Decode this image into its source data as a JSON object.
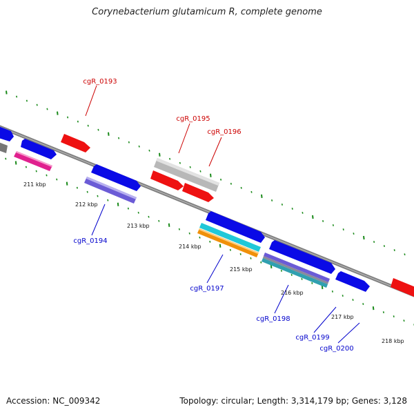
{
  "title": "Corynebacterium glutamicum R, complete genome",
  "footer": {
    "accession": "Accession: NC_009342",
    "summary": "Topology: circular; Length: 3,314,179 bp; Genes: 3,128"
  },
  "colors": {
    "backbone": "#808080",
    "tick": "#1a8a1a",
    "forward_label": "#cc0000",
    "reverse_label": "#0000cc"
  },
  "kbp_labels": [
    {
      "id": "k211",
      "text": "211 kbp"
    },
    {
      "id": "k212",
      "text": "212 kbp"
    },
    {
      "id": "k213",
      "text": "213 kbp"
    },
    {
      "id": "k214",
      "text": "214 kbp"
    },
    {
      "id": "k215",
      "text": "215 kbp"
    },
    {
      "id": "k216",
      "text": "216 kbp"
    },
    {
      "id": "k217",
      "text": "217 kbp"
    },
    {
      "id": "k218",
      "text": "218 kbp"
    }
  ],
  "gene_labels": [
    {
      "id": "g193",
      "text": "cgR_0193",
      "strand": "forward"
    },
    {
      "id": "g195",
      "text": "cgR_0195",
      "strand": "forward"
    },
    {
      "id": "g196",
      "text": "cgR_0196",
      "strand": "forward"
    },
    {
      "id": "g194",
      "text": "cgR_0194",
      "strand": "reverse"
    },
    {
      "id": "g197",
      "text": "cgR_0197",
      "strand": "reverse"
    },
    {
      "id": "g198",
      "text": "cgR_0198",
      "strand": "reverse"
    },
    {
      "id": "g199",
      "text": "cgR_0199",
      "strand": "reverse"
    },
    {
      "id": "g200",
      "text": "cgR_0200",
      "strand": "reverse"
    }
  ],
  "features": [
    {
      "name": "gene-left-blue-edge",
      "color": "#0a0ae6"
    },
    {
      "name": "gene-left-gray-edge",
      "color": "#777777"
    },
    {
      "name": "gene-left-blue",
      "color": "#0a0ae6"
    },
    {
      "name": "gene-left-magenta",
      "color": "#e0208e"
    },
    {
      "name": "gene-cgR-0193",
      "color": "#ee1111"
    },
    {
      "name": "gene-cgR-0194",
      "color": "#0a0ae6"
    },
    {
      "name": "gene-cgR-0194-feature",
      "color": "#6b5bd6"
    },
    {
      "name": "gene-cgR-0195",
      "color": "#b8b8b8"
    },
    {
      "name": "gene-cgR-0195-red",
      "color": "#ee1111"
    },
    {
      "name": "gene-cgR-0196",
      "color": "#ee1111"
    },
    {
      "name": "gene-cgR-0197",
      "color": "#0a0ae6"
    },
    {
      "name": "gene-cgR-0197-cyan",
      "color": "#20c8d8"
    },
    {
      "name": "gene-cgR-0197-orange",
      "color": "#f0900a"
    },
    {
      "name": "gene-cgR-0198",
      "color": "#0a0ae6"
    },
    {
      "name": "gene-cgR-0198-purple",
      "color": "#6b5bd6"
    },
    {
      "name": "gene-cgR-0198-teal",
      "color": "#30a0b0"
    },
    {
      "name": "gene-cgR-0200",
      "color": "#0a0ae6"
    },
    {
      "name": "gene-right-red-edge",
      "color": "#ee1111"
    }
  ]
}
